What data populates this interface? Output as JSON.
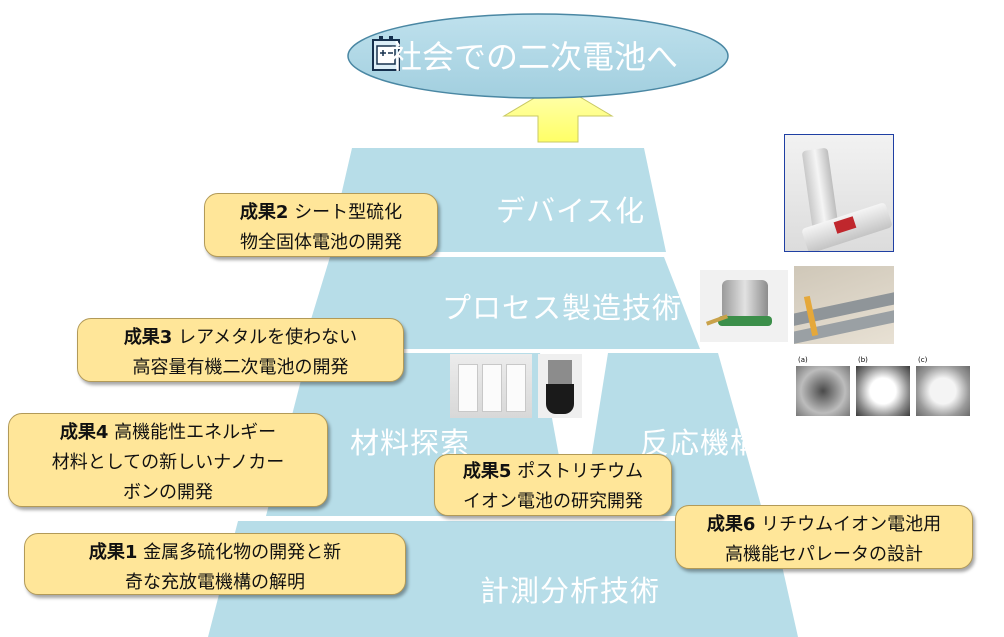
{
  "goal": {
    "label": "社会での二次電池へ",
    "icon": "battery-icon"
  },
  "tiers": {
    "device": "デバイス化",
    "process": "プロセス製造技術",
    "material": "材料探索",
    "mechanism": "反応機構解明",
    "measurement": "計測分析技術"
  },
  "achievements": [
    {
      "tag": "成果2",
      "line1": " シート型硫化",
      "line2": "物全固体電池の開発"
    },
    {
      "tag": "成果3",
      "line1": " レアメタルを使わない",
      "line2": "高容量有機二次電池の開発"
    },
    {
      "tag": "成果4",
      "line1": "高機能性エネルギー",
      "line2": "材料としての新しいナノカー",
      "line3": "ボンの開発"
    },
    {
      "tag": "成果5",
      "line1": "ポストリチウム",
      "line2": "イオン電池の研究開発"
    },
    {
      "tag": "成果6",
      "line1": "リチウムイオン電池用",
      "line2": "高機能セパレータの設計"
    },
    {
      "tag": "成果1",
      "line1": " 金属多硫化物の開発と新",
      "line2": "奇な充放電機構の解明"
    }
  ],
  "micrograph_labels": [
    "(a)",
    "(b)",
    "(c)"
  ],
  "colors": {
    "pyramid": "#b7dde8",
    "ellipse": "#a9d3e2",
    "arrow": "#ffff99",
    "card": "#ffe699"
  }
}
